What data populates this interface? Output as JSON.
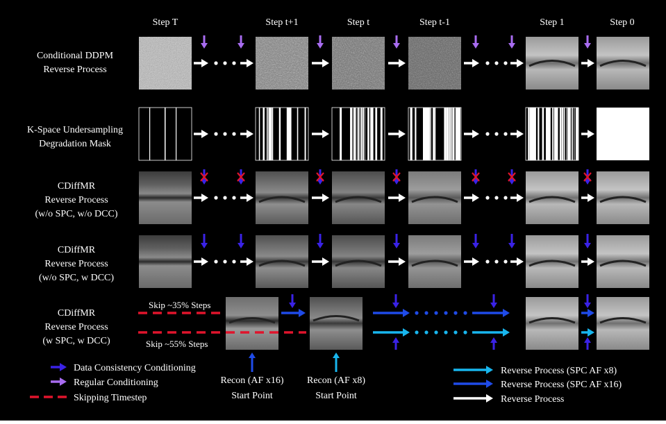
{
  "colors": {
    "background": "#000000",
    "data_consistency": "#3a22e6",
    "regular": "#a86cf0",
    "skip": "#e0142c",
    "spc_x8": "#18b6ee",
    "spc_x16": "#1f4be8",
    "plain": "#ffffff"
  },
  "columns": {
    "step_T": "Step T",
    "step_t_plus_1": "Step t+1",
    "step_t": "Step t",
    "step_t_minus_1": "Step t-1",
    "step_1": "Step 1",
    "step_0": "Step 0"
  },
  "rows": {
    "ddpm": {
      "line1": "Conditional DDPM",
      "line2": "Reverse Process"
    },
    "mask": {
      "line1": "K-Space Undersampling",
      "line2": "Degradation Mask"
    },
    "cdiff_none": {
      "line1": "CDiffMR",
      "line2": "Reverse Process",
      "line3": "(w/o SPC, w/o DCC)"
    },
    "cdiff_dcc": {
      "line1": "CDiffMR",
      "line2": "Reverse Process",
      "line3": "(w/o SPC, w DCC)"
    },
    "cdiff_spc": {
      "line1": "CDiffMR",
      "line2": "Reverse Process",
      "line3": "(w SPC, w DCC)"
    }
  },
  "skip_labels": {
    "top": "Skip ~35% Steps",
    "bottom": "Skip ~55% Steps"
  },
  "start_points": {
    "x16": {
      "line1": "Recon (AF x16)",
      "line2": "Start Point"
    },
    "x8": {
      "line1": "Recon (AF x8)",
      "line2": "Start Point"
    }
  },
  "legend": {
    "data_consistency": "Data Consistency Conditioning",
    "regular": "Regular Conditioning",
    "skipping": "Skipping Timestep",
    "spc_x8": "Reverse Process (SPC AF x8)",
    "spc_x16": "Reverse Process (SPC AF x16)",
    "plain": "Reverse Process"
  },
  "icons": {
    "ellipsis": "dots-ellipsis-icon",
    "cross": "red-x-icon"
  }
}
